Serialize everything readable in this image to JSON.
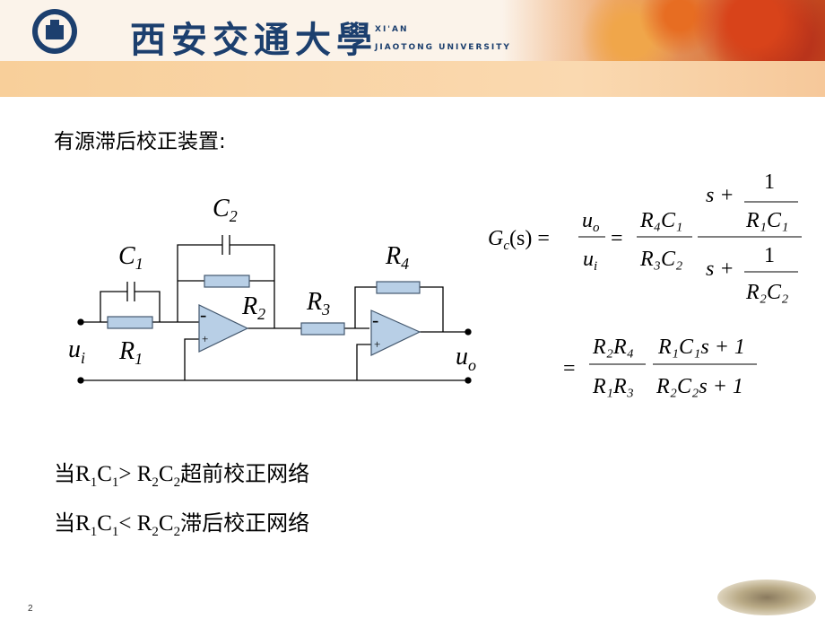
{
  "header": {
    "school_name_cn": "西安交通大學",
    "school_name_en_line1": "XI'AN",
    "school_name_en_line2": "JIAOTONG UNIVERSITY"
  },
  "heading": "有源滞后校正装置:",
  "circuit": {
    "c1": "C",
    "c1_sub": "1",
    "c2": "C",
    "c2_sub": "2",
    "r1": "R",
    "r1_sub": "1",
    "r2": "R",
    "r2_sub": "2",
    "r3": "R",
    "r3_sub": "3",
    "r4": "R",
    "r4_sub": "4",
    "ui": "u",
    "ui_sub": "i",
    "uo": "u",
    "uo_sub": "o",
    "op_minus": "-",
    "op_plus": "+"
  },
  "formula": {
    "lhs": "G",
    "lhs_sub": "c",
    "lhs_arg": "(s) =",
    "uo": "u",
    "uo_sub": "o",
    "ui": "u",
    "ui_sub": "i",
    "eq": "=",
    "num1": "R₄C₁",
    "den1": "R₃C₂",
    "s_plus": "s +",
    "one": "1",
    "r1c1": "R₁C₁",
    "r2c2": "R₂C₂",
    "num3": "R₂R₄",
    "den3": "R₁R₃",
    "num4": "R₁C₁s + 1",
    "den4": "R₂C₂s + 1"
  },
  "lines": [
    {
      "prefix": "当",
      "a": "R",
      "a_sub": "1",
      "b": "C",
      "b_sub": "1",
      "op": "> ",
      "c": "R",
      "c_sub": "2",
      "d": "C",
      "d_sub": "2",
      "suffix": "超前校正网络"
    },
    {
      "prefix": "当",
      "a": "R",
      "a_sub": "1",
      "b": "C",
      "b_sub": "1",
      "op": "< ",
      "c": "R",
      "c_sub": "2",
      "d": "C",
      "d_sub": "2",
      "suffix": "滞后校正网络"
    }
  ],
  "page_number": "2"
}
